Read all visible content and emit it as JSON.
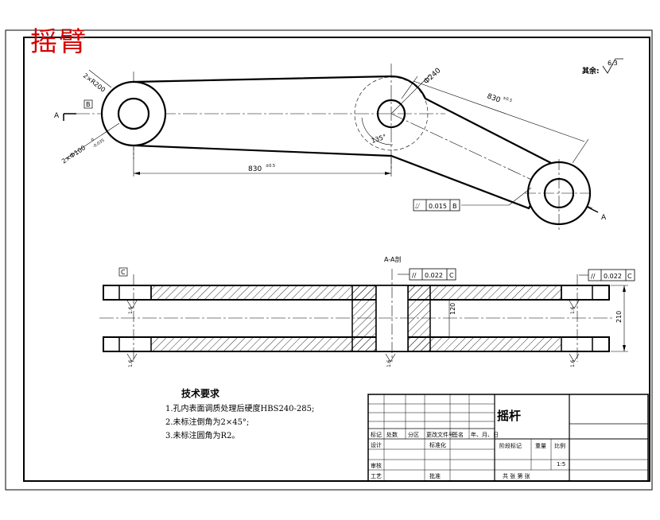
{
  "drawing_title": "摇臂",
  "surface_note": {
    "label": "其余:",
    "roughness": "6.3"
  },
  "top_view": {
    "section_mark": "A",
    "section_mark_right": "A",
    "datum_b": "B",
    "dim_hole_left": "2×Ф100",
    "dim_hole_left_tol_upper": "0",
    "dim_hole_left_tol_lower": "-0.035",
    "dim_outer_left": "2×R200",
    "dim_center_hole": "Ф240",
    "dim_angle": "135°",
    "dim_length_horizontal": "830",
    "dim_length_horizontal_tol": "±0.5",
    "dim_length_inclined": "830",
    "dim_length_inclined_tol": "±0.5",
    "fcf_runout": {
      "symbol": "⌰",
      "value": "0.015",
      "datum": "B"
    }
  },
  "section_view": {
    "title": "A-A剖",
    "datum_c": "C",
    "fcf_left": {
      "symbol": "//",
      "value": "0.022",
      "datum": "C"
    },
    "fcf_right": {
      "symbol": "//",
      "value": "0.022",
      "datum": "C"
    },
    "dim_slot": "120",
    "dim_total": "210",
    "roughness_value": "1.6"
  },
  "notes": {
    "title": "技术要求",
    "items": [
      "1.孔内表面调质处理后硬度HBS240-285;",
      "2.未标注倒角为2×45°;",
      "3.未标注圆角为R2。"
    ]
  },
  "title_block": {
    "part_name": "摇杆",
    "row_labels": [
      "标记",
      "处数",
      "分区",
      "更改文件号",
      "签名",
      "年、月、日"
    ],
    "design": "设计",
    "standardize": "标准化",
    "audit": "审核",
    "process": "工艺",
    "approve": "批准",
    "stage_mark": "阶段标记",
    "weight": "重量",
    "scale_label": "比例",
    "scale": "1:5",
    "sheets": "共    张    第    张"
  }
}
